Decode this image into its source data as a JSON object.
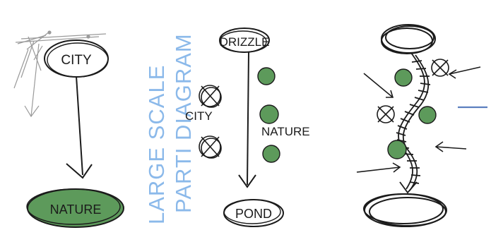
{
  "title": {
    "line1": "LARGE SCALE",
    "line2": "PARTI DIAGRAM"
  },
  "panels": [
    {
      "id": "panel-1",
      "top_label": "CITY",
      "bottom_label": "NATURE"
    },
    {
      "id": "panel-2",
      "top_label": "DRIZZLE",
      "left_label": "CITY",
      "right_label": "NATURE",
      "bottom_label": "POND"
    },
    {
      "id": "panel-3"
    }
  ],
  "colors": {
    "ink": "#1b1b1b",
    "green_fill": "#5d9a5b",
    "title_blue": "#8bb9ea",
    "accent_blue": "#5b7fbf",
    "grey_scribble": "#9a9a9a"
  }
}
